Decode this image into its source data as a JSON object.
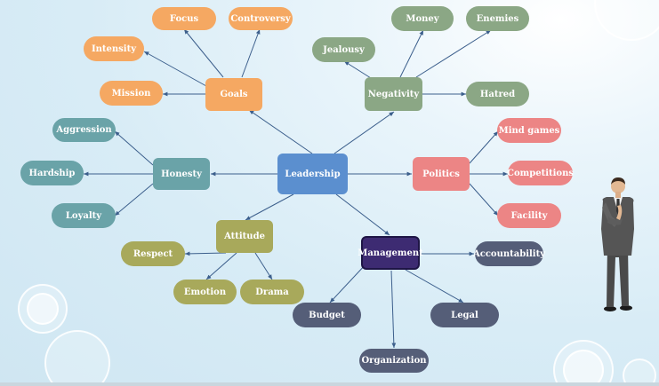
{
  "colors": {
    "leadership": "#5b8fcf",
    "goals": "#f5a862",
    "negativity": "#8ba785",
    "honesty": "#6aa3a8",
    "politics": "#ec8585",
    "attitude": "#a8a95b",
    "management": "#3d2b72",
    "management_sub": "#555e78",
    "link": "#3c5f8c"
  },
  "center": {
    "label": "Leadership"
  },
  "goals": {
    "label": "Goals",
    "children": [
      "Focus",
      "Controversy",
      "Intensity",
      "Mission"
    ]
  },
  "negativity": {
    "label": "Negativity",
    "children": [
      "Money",
      "Enemies",
      "Jealousy",
      "Hatred"
    ]
  },
  "honesty": {
    "label": "Honesty",
    "children": [
      "Aggression",
      "Hardship",
      "Loyalty"
    ]
  },
  "politics": {
    "label": "Politics",
    "children": [
      "Mind games",
      "Competitions",
      "Facility"
    ]
  },
  "attitude": {
    "label": "Attitude",
    "children": [
      "Respect",
      "Emotion",
      "Drama"
    ]
  },
  "management": {
    "label": "Management",
    "children": [
      "Accountability",
      "Budget",
      "Legal",
      "Organization"
    ]
  },
  "figure": {
    "icon": "businessman-figure"
  }
}
